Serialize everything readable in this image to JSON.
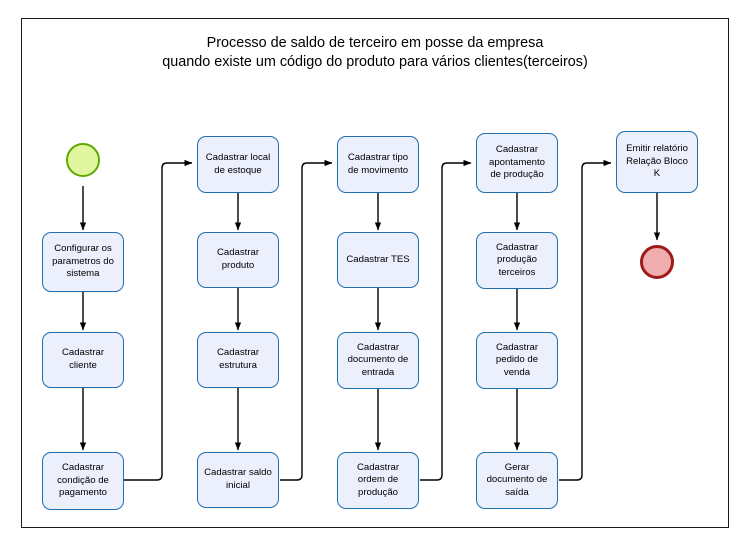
{
  "diagram": {
    "title": "Processo de saldo de terceiro em posse da empresa\nquando existe um código do produto para vários clientes(terceiros)",
    "type": "flowchart",
    "colors": {
      "node_fill": "#eceffc",
      "node_border": "#1f6fad",
      "start_fill": "#e2f6a0",
      "start_border": "#5ea900",
      "end_fill": "#f0adad",
      "end_border": "#9e1b1b",
      "connector": "#000000",
      "frame_border": "#1a1a1a",
      "background": "#ffffff"
    },
    "start_node": {
      "label": "",
      "shape": "circle"
    },
    "end_node": {
      "label": "",
      "shape": "circle"
    },
    "columns": [
      {
        "id": "column-1",
        "nodes": [
          {
            "id": "configurar-parametros",
            "label": "Configurar os\nparametros do\nsistema"
          },
          {
            "id": "cadastrar-cliente",
            "label": "Cadastrar\ncliente"
          },
          {
            "id": "cadastrar-condicao-pagamento",
            "label": "Cadastrar\ncondição de\npagamento"
          }
        ]
      },
      {
        "id": "column-2",
        "nodes": [
          {
            "id": "cadastrar-local-estoque",
            "label": "Cadastrar local\nde estoque"
          },
          {
            "id": "cadastrar-produto",
            "label": "Cadastrar\nproduto"
          },
          {
            "id": "cadastrar-estrutura",
            "label": "Cadastrar\nestrutura"
          },
          {
            "id": "cadastrar-saldo-inicial",
            "label": "Cadastrar saldo\ninicial"
          }
        ]
      },
      {
        "id": "column-3",
        "nodes": [
          {
            "id": "cadastrar-tipo-movimento",
            "label": "Cadastrar tipo\nde movimento"
          },
          {
            "id": "cadastrar-tes",
            "label": "Cadastrar TES"
          },
          {
            "id": "cadastrar-documento-entrada",
            "label": "Cadastrar\ndocumento de\nentrada"
          },
          {
            "id": "cadastrar-ordem-producao",
            "label": "Cadastrar\nordem de\nprodução"
          }
        ]
      },
      {
        "id": "column-4",
        "nodes": [
          {
            "id": "cadastrar-apontamento-producao",
            "label": "Cadastrar\napontamento\nde produção"
          },
          {
            "id": "cadastrar-producao-terceiros",
            "label": "Cadastrar\nprodução\nterceiros"
          },
          {
            "id": "cadastrar-pedido-venda",
            "label": "Cadastrar\npedido de\nvenda"
          },
          {
            "id": "gerar-documento-saida",
            "label": "Gerar\ndocumento de\nsaída"
          }
        ]
      },
      {
        "id": "column-5",
        "nodes": [
          {
            "id": "emitir-relatorio-bloco-k",
            "label": "Emitir relatório\nRelação Bloco\nK"
          }
        ]
      }
    ]
  }
}
